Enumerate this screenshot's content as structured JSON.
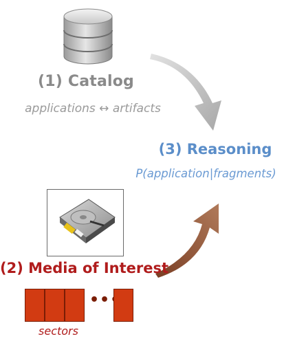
{
  "catalog": {
    "title": "(1) Catalog",
    "subtitle_left": "applications",
    "subtitle_arrow": "↔",
    "subtitle_right": "artifacts"
  },
  "reasoning": {
    "title": "(3) Reasoning",
    "formula": "P(application|fragments)"
  },
  "media": {
    "title": "(2) Media of Interest",
    "dots": "•••",
    "sectors_label": "sectors"
  },
  "colors": {
    "catalog": "#8a8a8a",
    "reasoning": "#5b8ec9",
    "media": "#b01c1c",
    "sector_fill": "#d23b12",
    "arrow_gray": "#b3b3b3",
    "arrow_brown": "#9a5a3c"
  }
}
